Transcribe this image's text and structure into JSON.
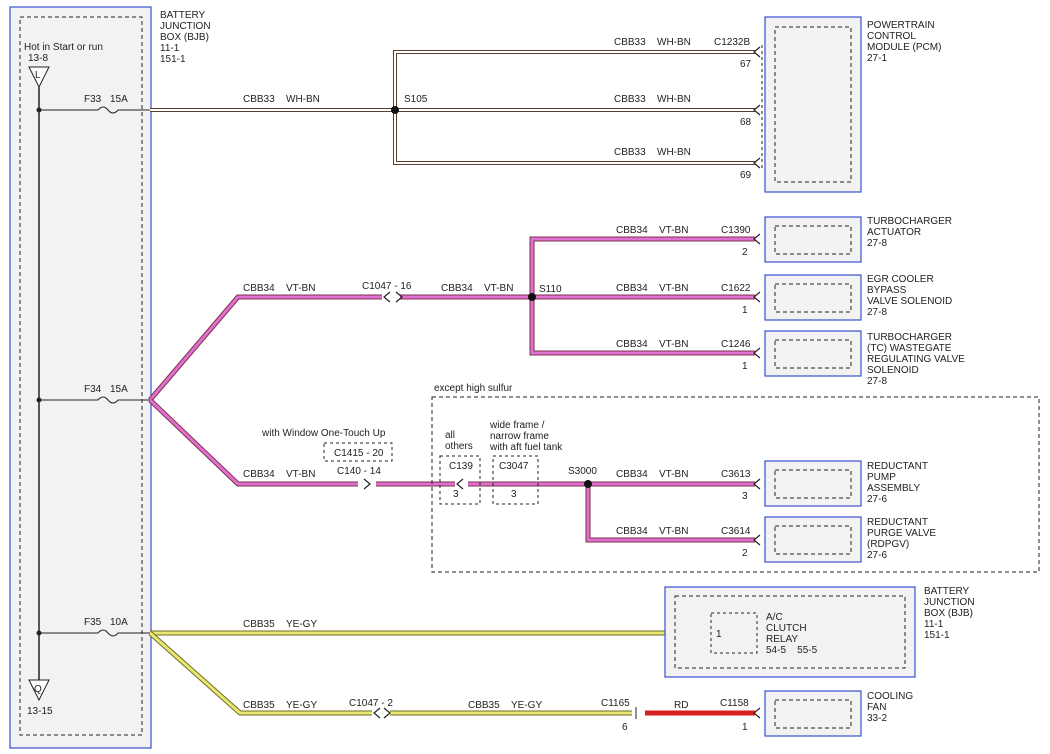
{
  "bjb": {
    "title_lines": [
      "BATTERY",
      "JUNCTION",
      "BOX (BJB)",
      "11-1",
      "151-1"
    ],
    "hot_label": "Hot in Start or run",
    "top_ref": "13-8",
    "top_letter": "L",
    "bottom_letter": "Q",
    "bottom_ref": "13-15"
  },
  "fuses": [
    {
      "name": "F33",
      "rating": "15A"
    },
    {
      "name": "F34",
      "rating": "15A"
    },
    {
      "name": "F35",
      "rating": "10A"
    }
  ],
  "circuits": {
    "cbb33": "CBB33",
    "wh_bn": "WH-BN",
    "cbb34": "CBB34",
    "vt_bn": "VT-BN",
    "cbb35": "CBB35",
    "ye_gy": "YE-GY",
    "rd": "RD"
  },
  "splices": {
    "s105": "S105",
    "s110": "S110",
    "s3000": "S3000"
  },
  "connectors": {
    "c1232b": "C1232B",
    "pin67": "67",
    "pin68": "68",
    "pin69": "69",
    "c1390": "C1390",
    "pin_c1390": "2",
    "c1622": "C1622",
    "pin_c1622": "1",
    "c1246": "C1246",
    "pin_c1246": "1",
    "c1047_16": "C1047 - 16",
    "c1415_20": "C1415 - 20",
    "c140_14": "C140 - 14",
    "c139": "C139",
    "pin_c139": "3",
    "c3047": "C3047",
    "pin_c3047": "3",
    "c3613": "C3613",
    "pin_c3613": "3",
    "c3614": "C3614",
    "pin_c3614": "2",
    "c1047_2": "C1047 - 2",
    "c1165": "C1165",
    "pin_c1165": "6",
    "c1158": "C1158",
    "pin_c1158": "1",
    "relay_pin": "1"
  },
  "notes": {
    "window": "with Window One-Touch Up",
    "except": "except high sulfur",
    "all_others": [
      "all",
      "others"
    ],
    "wide_frame": [
      "wide frame /",
      "narrow frame",
      "with aft fuel tank"
    ]
  },
  "components": {
    "pcm": [
      "POWERTRAIN",
      "CONTROL",
      "MODULE (PCM)",
      "27-1"
    ],
    "turbo": [
      "TURBOCHARGER",
      "ACTUATOR",
      "27-8"
    ],
    "egr": [
      "EGR COOLER",
      "BYPASS",
      "VALVE SOLENOID",
      "27-8"
    ],
    "wastegate": [
      "TURBOCHARGER",
      "(TC) WASTEGATE",
      "REGULATING VALVE",
      "SOLENOID",
      "27-8"
    ],
    "pump": [
      "REDUCTANT",
      "PUMP",
      "ASSEMBLY",
      "27-6"
    ],
    "purge": [
      "REDUCTANT",
      "PURGE VALVE",
      "(RDPGV)",
      "27-6"
    ],
    "bjb2": [
      "BATTERY",
      "JUNCTION",
      "BOX (BJB)",
      "11-1",
      "151-1"
    ],
    "relay": [
      "A/C",
      "CLUTCH",
      "RELAY"
    ],
    "relay_refs": "54-5    55-5",
    "fan": [
      "COOLING",
      "FAN",
      "33-2"
    ]
  },
  "colors": {
    "wh_bn_edge": "#5a4030",
    "wh_bn_fill": "#ffffff",
    "vt_bn_edge": "#7a2f4a",
    "vt_bn_fill": "#e070d0",
    "ye_gy_edge": "#6e6e2a",
    "ye_gy_fill": "#e8e870",
    "rd_fill": "#d42020",
    "frame_blue": "#3a4fd0",
    "bjb_fill": "#f2f2f2"
  }
}
